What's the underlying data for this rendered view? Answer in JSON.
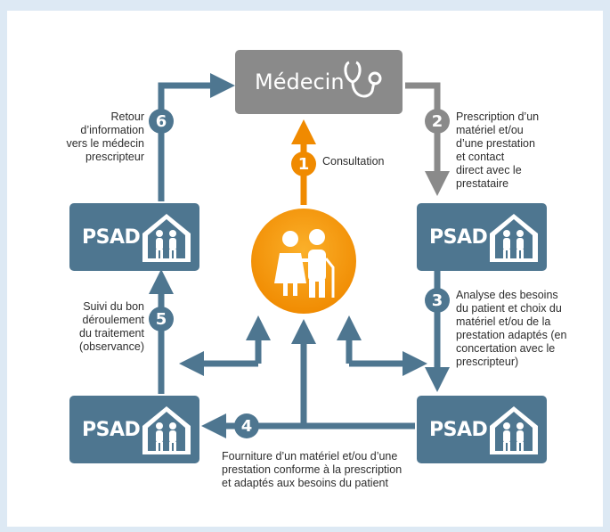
{
  "nodes": {
    "medecin": "Médecin",
    "psad_top_left": "PSAD",
    "psad_bottom_left": "PSAD",
    "psad_top_right": "PSAD",
    "psad_bottom_right": "PSAD"
  },
  "steps": [
    {
      "number": "1",
      "text": "Consultation"
    },
    {
      "number": "2",
      "lines": [
        "Prescription d’un",
        "matériel et/ou",
        "d’une prestation",
        "et contact",
        "direct avec le",
        "prestataire"
      ]
    },
    {
      "number": "3",
      "lines": [
        "Analyse des besoins",
        "du patient et choix du",
        "matériel et/ou de la",
        "prestation adaptés (en",
        "concertation avec le",
        "prescripteur)"
      ]
    },
    {
      "number": "4",
      "lines": [
        "Fourniture d’un matériel et/ou d’une",
        "prestation conforme à la prescription",
        "et adaptés aux besoins du patient"
      ]
    },
    {
      "number": "5",
      "lines": [
        "Suivi du bon",
        "déroulement",
        "du traitement",
        "(observance)"
      ]
    },
    {
      "number": "6",
      "lines": [
        "Retour",
        "d’information",
        "vers le médecin",
        "prescripteur"
      ]
    }
  ],
  "colors": {
    "blue": "#4e7690",
    "grey": "#8a8a8a",
    "orange": "#f08a00",
    "background": "#dde9f4"
  },
  "icons": [
    "stethoscope-icon",
    "house-people-icon",
    "elderly-couple-icon"
  ]
}
